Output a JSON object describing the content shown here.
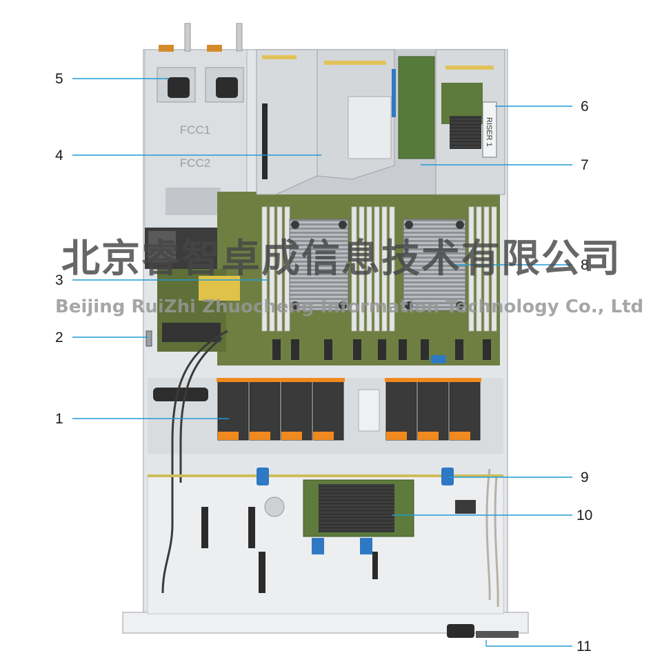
{
  "watermark": {
    "chinese": "北京睿智卓成信息技术有限公司",
    "english": "Beijing RuiZhi Zhuocheng Information Technology Co., Ltd"
  },
  "labels": {
    "psu1": "FCC1",
    "psu2": "FCC2",
    "riser": "RISER 1"
  },
  "callouts": [
    {
      "id": "1",
      "text": "1"
    },
    {
      "id": "2",
      "text": "2"
    },
    {
      "id": "3",
      "text": "3"
    },
    {
      "id": "4",
      "text": "4"
    },
    {
      "id": "5",
      "text": "5"
    },
    {
      "id": "6",
      "text": "6"
    },
    {
      "id": "7",
      "text": "7"
    },
    {
      "id": "8",
      "text": "8"
    },
    {
      "id": "9",
      "text": "9"
    },
    {
      "id": "10",
      "text": "10"
    },
    {
      "id": "11",
      "text": "11"
    }
  ],
  "colors": {
    "chassis": "#e2e5e8",
    "board": "#6f7f42",
    "fan": "#3a3a3a",
    "fan_accent": "#f08a1e",
    "touchpoint": "#2f78c4",
    "leader": "#1e9bd7"
  }
}
